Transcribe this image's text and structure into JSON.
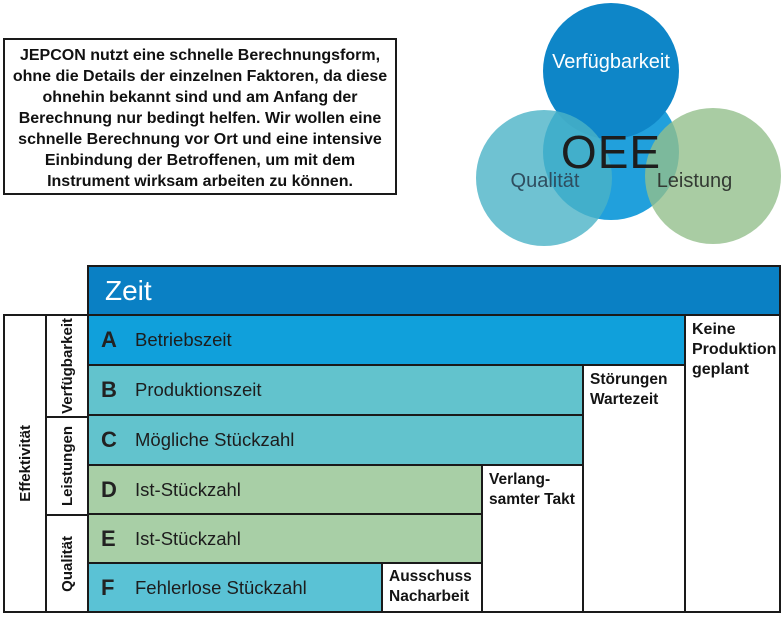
{
  "note_box": {
    "lines": [
      "JEPCON nutzt eine schnelle Berechnungsform,",
      "ohne die Details der einzelnen Faktoren, da diese",
      "ohnehin bekannt sind und am Anfang der",
      "Berechnung nur bedingt helfen. Wir wollen eine",
      "schnelle Berechnung vor Ort und eine intensive",
      "Einbindung der Betroffenen, um mit dem",
      "Instrument wirksam arbeiten zu können."
    ]
  },
  "venn": {
    "center_label": "OEE",
    "top_label": "Verfügbarkeit",
    "left_label": "Qualität",
    "right_label": "Leistung",
    "colors": {
      "top_circle": "#0E86C8",
      "center_circle": "#21A0DC",
      "left_circle": "#4BB3C7",
      "right_circle": "#93BF8C"
    }
  },
  "diagram": {
    "header": "Zeit",
    "header_color": "#0A80C4",
    "rows": [
      {
        "letter": "A",
        "label": "Betriebszeit",
        "color": "#10A0DB"
      },
      {
        "letter": "B",
        "label": "Produktionszeit",
        "color": "#62C3CD"
      },
      {
        "letter": "C",
        "label": "Mögliche Stückzahl",
        "color": "#62C3CD"
      },
      {
        "letter": "D",
        "label": "Ist-Stückzahl",
        "color": "#A8CFA6"
      },
      {
        "letter": "E",
        "label": "Ist-Stückzahl",
        "color": "#A8CFA6"
      },
      {
        "letter": "F",
        "label": "Fehlerlose Stückzahl",
        "color": "#5AC2D5"
      }
    ],
    "side_labels": {
      "outer": "Effektivität",
      "sections": [
        "Verfügbarkeit",
        "Leistungen",
        "Qualität"
      ]
    },
    "annotations": [
      {
        "text": "Keine\nProduktion\ngeplant"
      },
      {
        "text": "Störungen\nWartezeit"
      },
      {
        "text": "Verlang-\nsamter Takt"
      },
      {
        "text": "Ausschuss\nNacharbeit"
      }
    ]
  }
}
